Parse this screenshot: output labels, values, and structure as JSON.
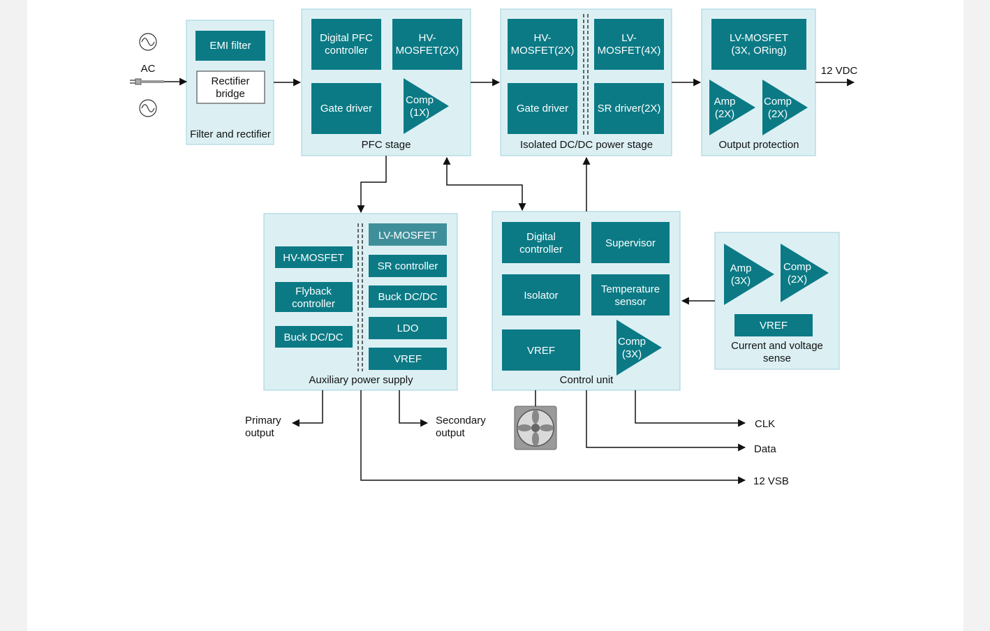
{
  "ac_label": "AC",
  "output_12vdc": "12 VDC",
  "filter": {
    "title": "Filter and rectifier",
    "emi": "EMI filter",
    "rect1": "Rectifier",
    "rect2": "bridge"
  },
  "pfc": {
    "title": "PFC stage",
    "ctrl1": "Digital PFC",
    "ctrl2": "controller",
    "hv1": "HV-",
    "hv2": "MOSFET(2X)",
    "gate": "Gate driver",
    "comp1": "Comp",
    "comp2": "(1X)"
  },
  "dcdc": {
    "title": "Isolated DC/DC power stage",
    "hv1": "HV-",
    "hv2": "MOSFET(2X)",
    "lv1": "LV-",
    "lv2": "MOSFET(4X)",
    "gate": "Gate driver",
    "sr": "SR driver(2X)"
  },
  "outprot": {
    "title": "Output protection",
    "lv1": "LV-MOSFET",
    "lv2": "(3X, ORing)",
    "amp1": "Amp",
    "amp2": "(2X)",
    "comp1": "Comp",
    "comp2": "(2X)"
  },
  "aux": {
    "title": "Auxiliary power supply",
    "hv": "HV-MOSFET",
    "fly1": "Flyback",
    "fly2": "controller",
    "buck_left": "Buck DC/DC",
    "lv": "LV-MOSFET",
    "sr": "SR controller",
    "buck_right": "Buck DC/DC",
    "ldo": "LDO",
    "vref": "VREF"
  },
  "control": {
    "title": "Control unit",
    "dc1": "Digital",
    "dc2": "controller",
    "sup": "Supervisor",
    "iso": "Isolator",
    "temp1": "Temperature",
    "temp2": "sensor",
    "vref": "VREF",
    "comp1": "Comp",
    "comp2": "(3X)"
  },
  "sense": {
    "title1": "Current and voltage",
    "title2": "sense",
    "amp1": "Amp",
    "amp2": "(3X)",
    "comp1": "Comp",
    "comp2": "(2X)",
    "vref": "VREF"
  },
  "outputs": {
    "primary1": "Primary",
    "primary2": "output",
    "secondary1": "Secondary",
    "secondary2": "output",
    "clk": "CLK",
    "data": "Data",
    "vsb": "12 VSB"
  }
}
